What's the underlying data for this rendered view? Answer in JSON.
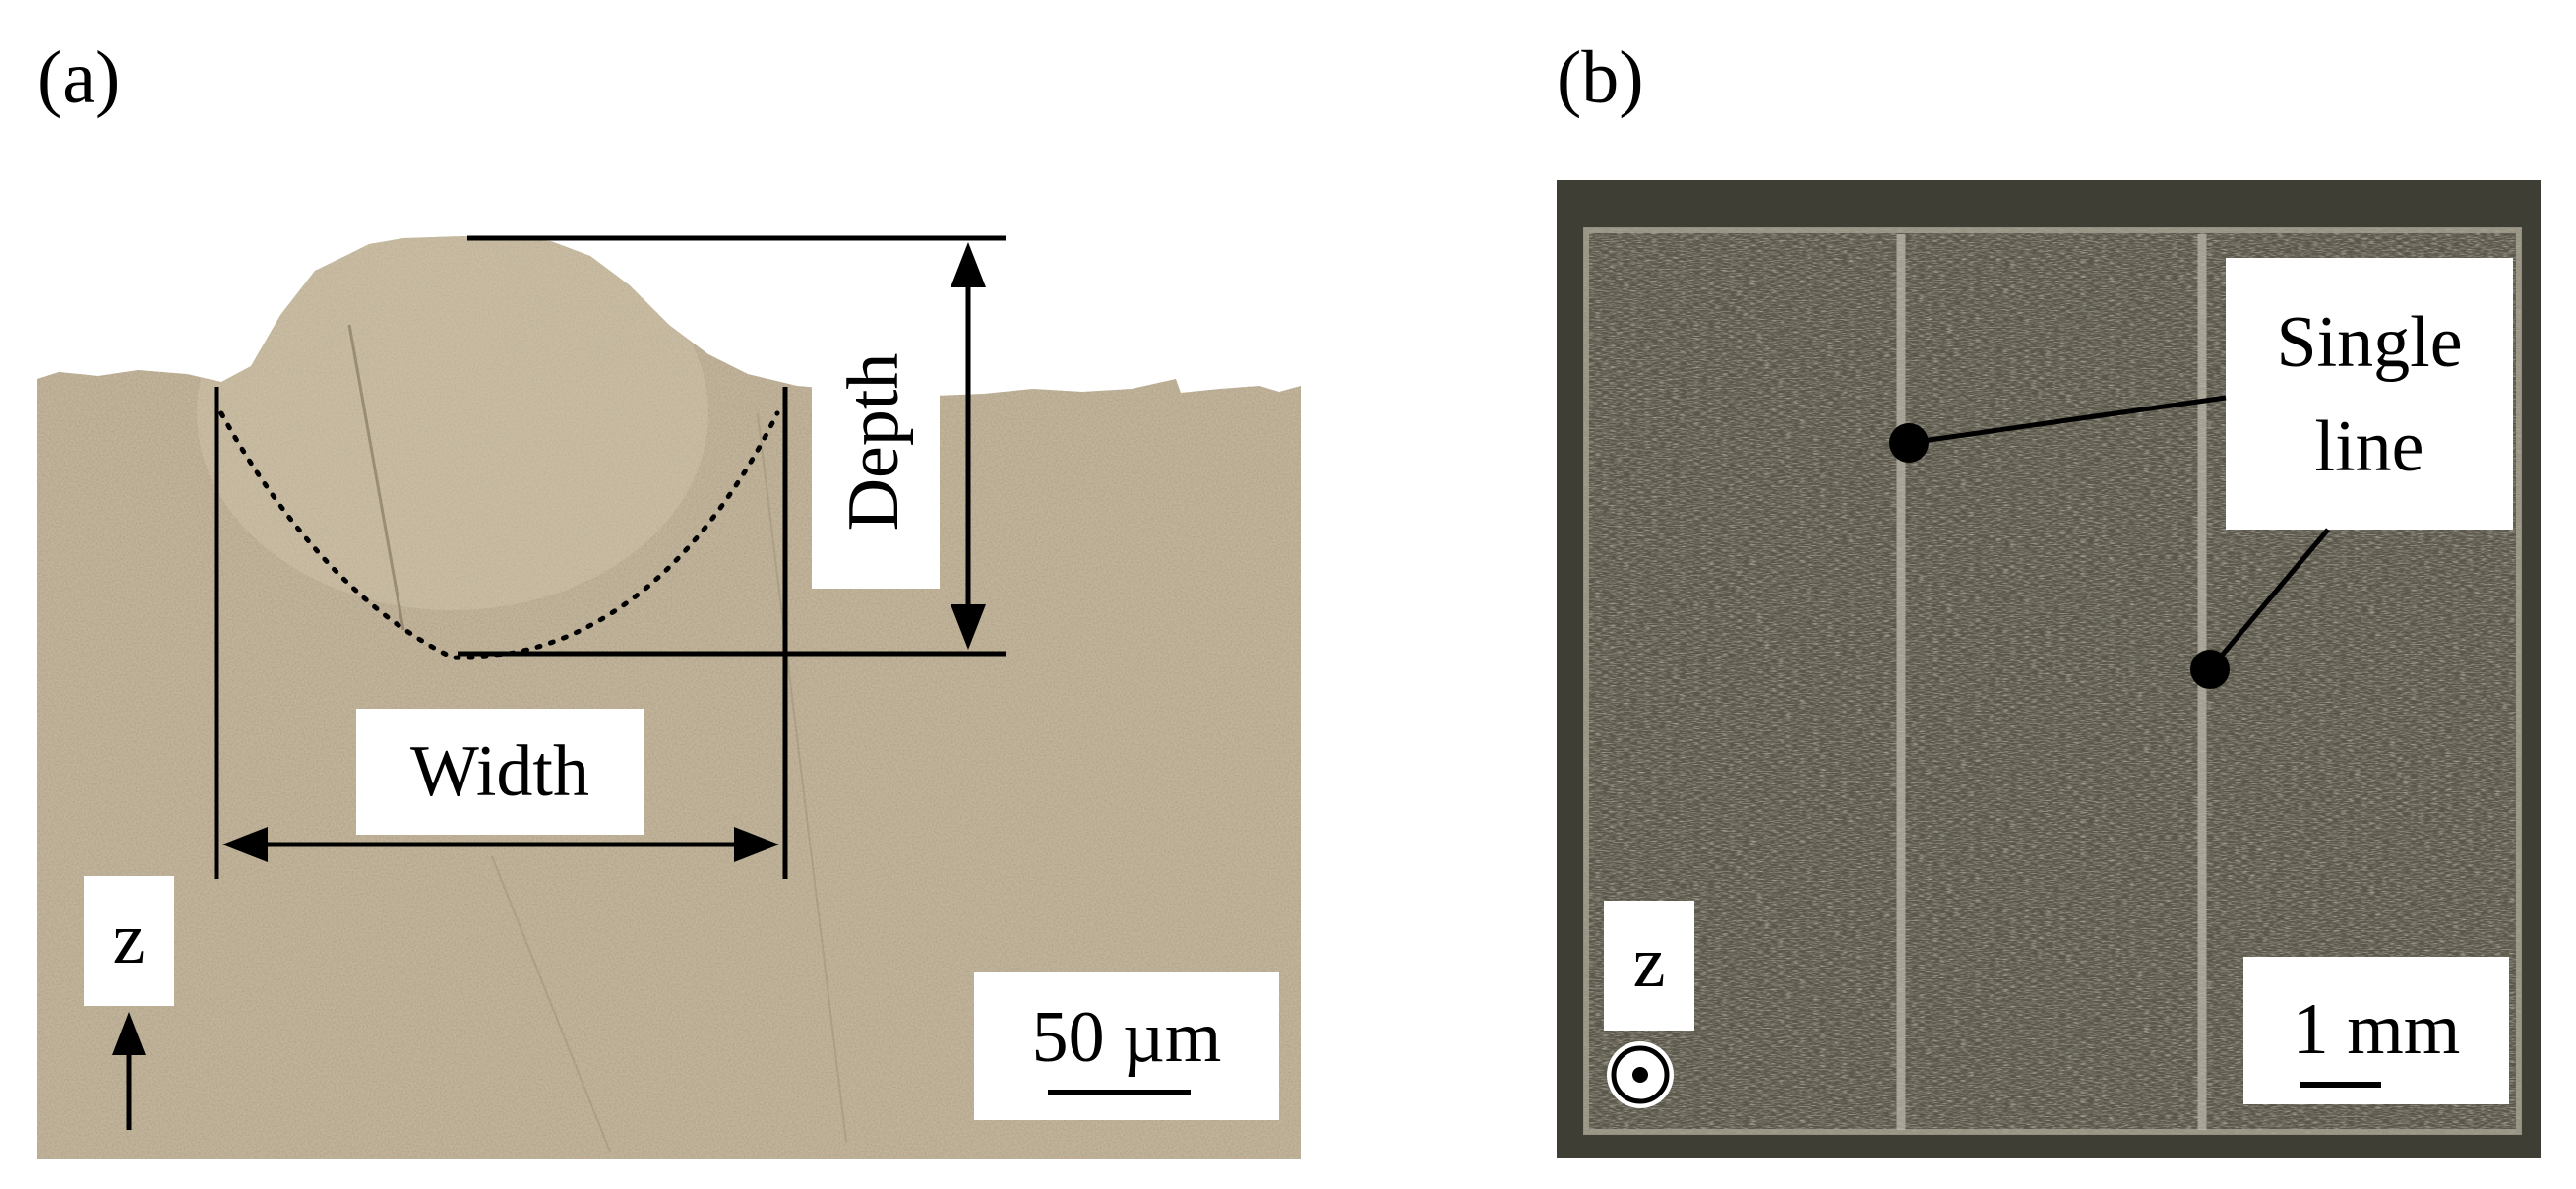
{
  "panel_a": {
    "panel_label": "(a)",
    "depth_label": "Depth",
    "width_label": "Width",
    "axis_label": "z",
    "scale_bar_label": "50 µm"
  },
  "panel_b": {
    "panel_label": "(b)",
    "callout_line1": "Single",
    "callout_line2": "line",
    "axis_label": "z",
    "scale_bar_label": "1 mm"
  },
  "colors": {
    "cross_section_base": "#c2b49a",
    "cross_section_light": "#d6cab2",
    "top_view_base": "#5a574a",
    "top_view_track": "#bcb8aa",
    "annotation": "#000000",
    "label_box": "#ffffff"
  }
}
